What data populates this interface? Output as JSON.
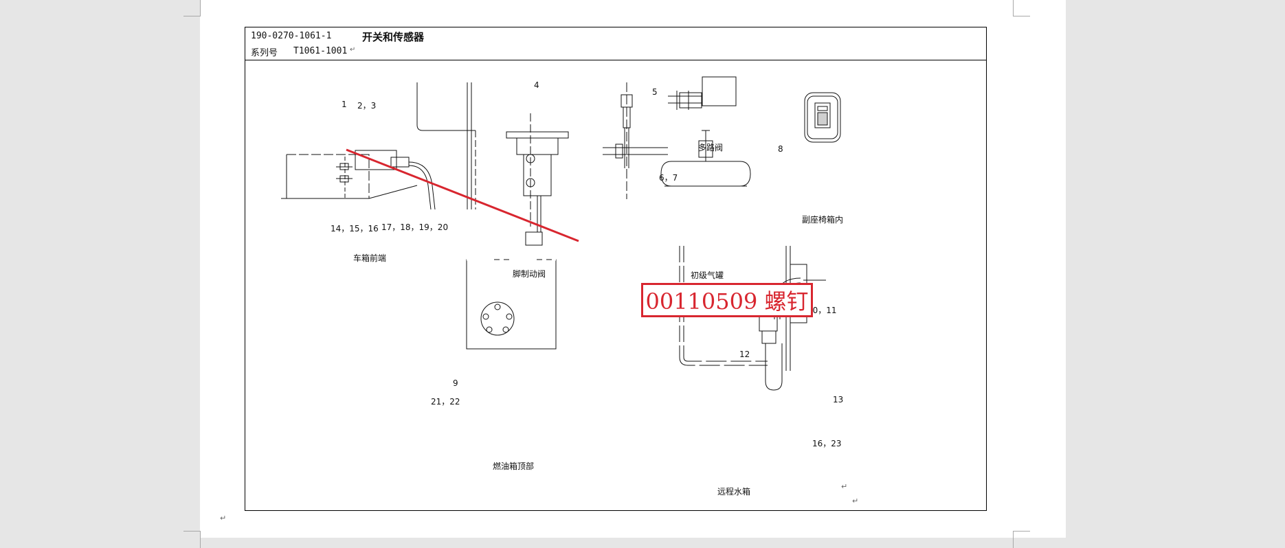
{
  "header": {
    "doc_number": "190-0270-1061-1",
    "doc_title": "开关和传感器",
    "serial_label": "系列号",
    "serial_value": "T1061-1001"
  },
  "labels": {
    "n1": "1",
    "n23": "2，3",
    "n4": "4",
    "n5": "5",
    "n67": "6，7",
    "n8": "8",
    "n9": "9",
    "n1011": "10，11",
    "n12": "12",
    "n13": "13",
    "n141516": "14，15，16",
    "n17181920": "17，18，19，20",
    "n1623": "16，23",
    "n2122": "21，22",
    "front": "车箱前端",
    "brake": "脚制动阀",
    "multivalve": "多路阀",
    "tank": "初级气罐",
    "seat": "副座椅箱内",
    "fueltop": "燃油箱顶部",
    "radiator": "远程水箱"
  },
  "callout": {
    "text": "00110509  螺钉",
    "color": "#d8262f"
  },
  "paragraph_mark": "↵"
}
